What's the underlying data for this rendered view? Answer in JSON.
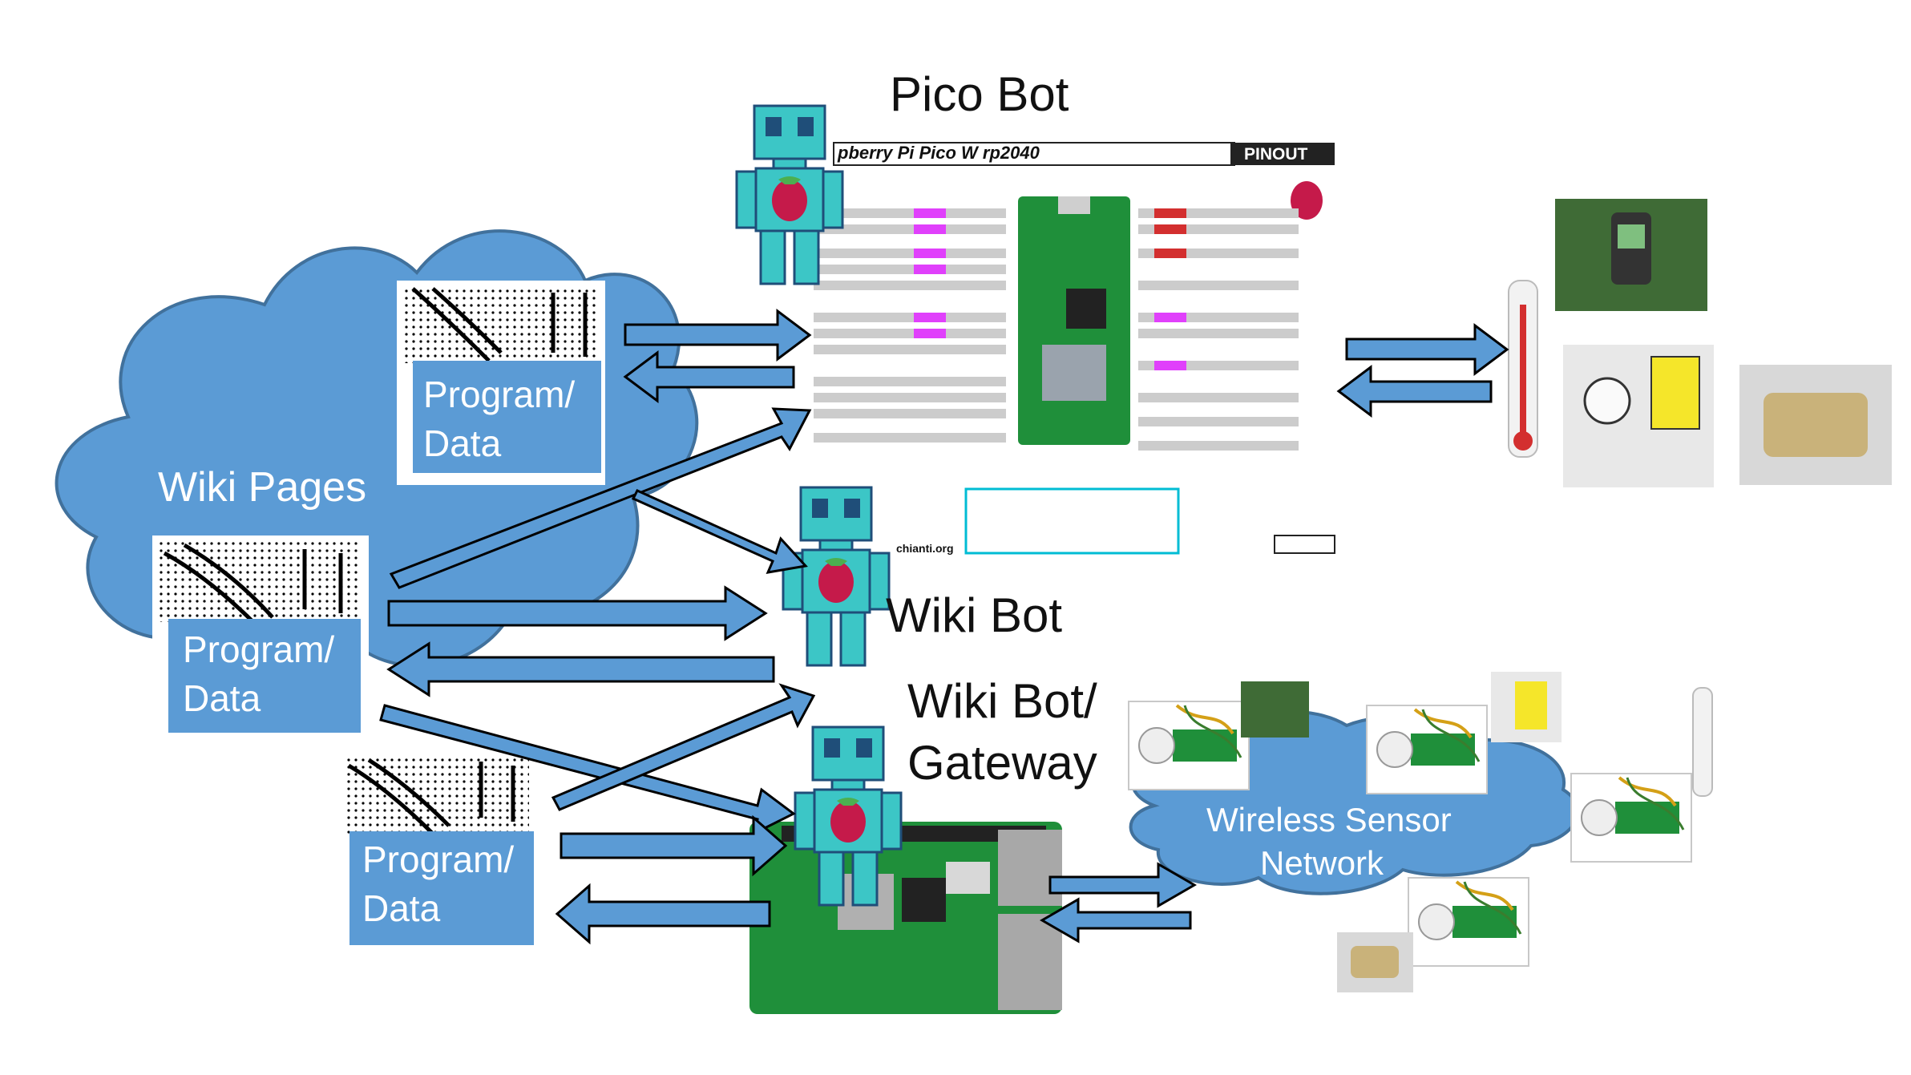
{
  "labels": {
    "pico_bot": "Pico Bot",
    "wiki_bot": "Wiki Bot",
    "gateway_line1": "Wiki Bot/",
    "gateway_line2": "Gateway",
    "wiki_pages": "Wiki Pages",
    "wsn_line1": "Wireless Sensor",
    "wsn_line2": "Network"
  },
  "program_data": {
    "line1": "Program/",
    "line2": "Data"
  },
  "pinout": {
    "title": "pberry Pi Pico W rp2040",
    "badge": "PINOUT",
    "footer": "chianti.org"
  },
  "colors": {
    "cloud": "#5b9bd5",
    "cloud_edge": "#41719c",
    "arrow_fill": "#5b9bd5",
    "arrow_edge": "#000000",
    "robot": "#3cc6c6",
    "robot_edge": "#1f4e79",
    "raspberry": "#c51a4a",
    "pcb": "#1f8f3a"
  }
}
